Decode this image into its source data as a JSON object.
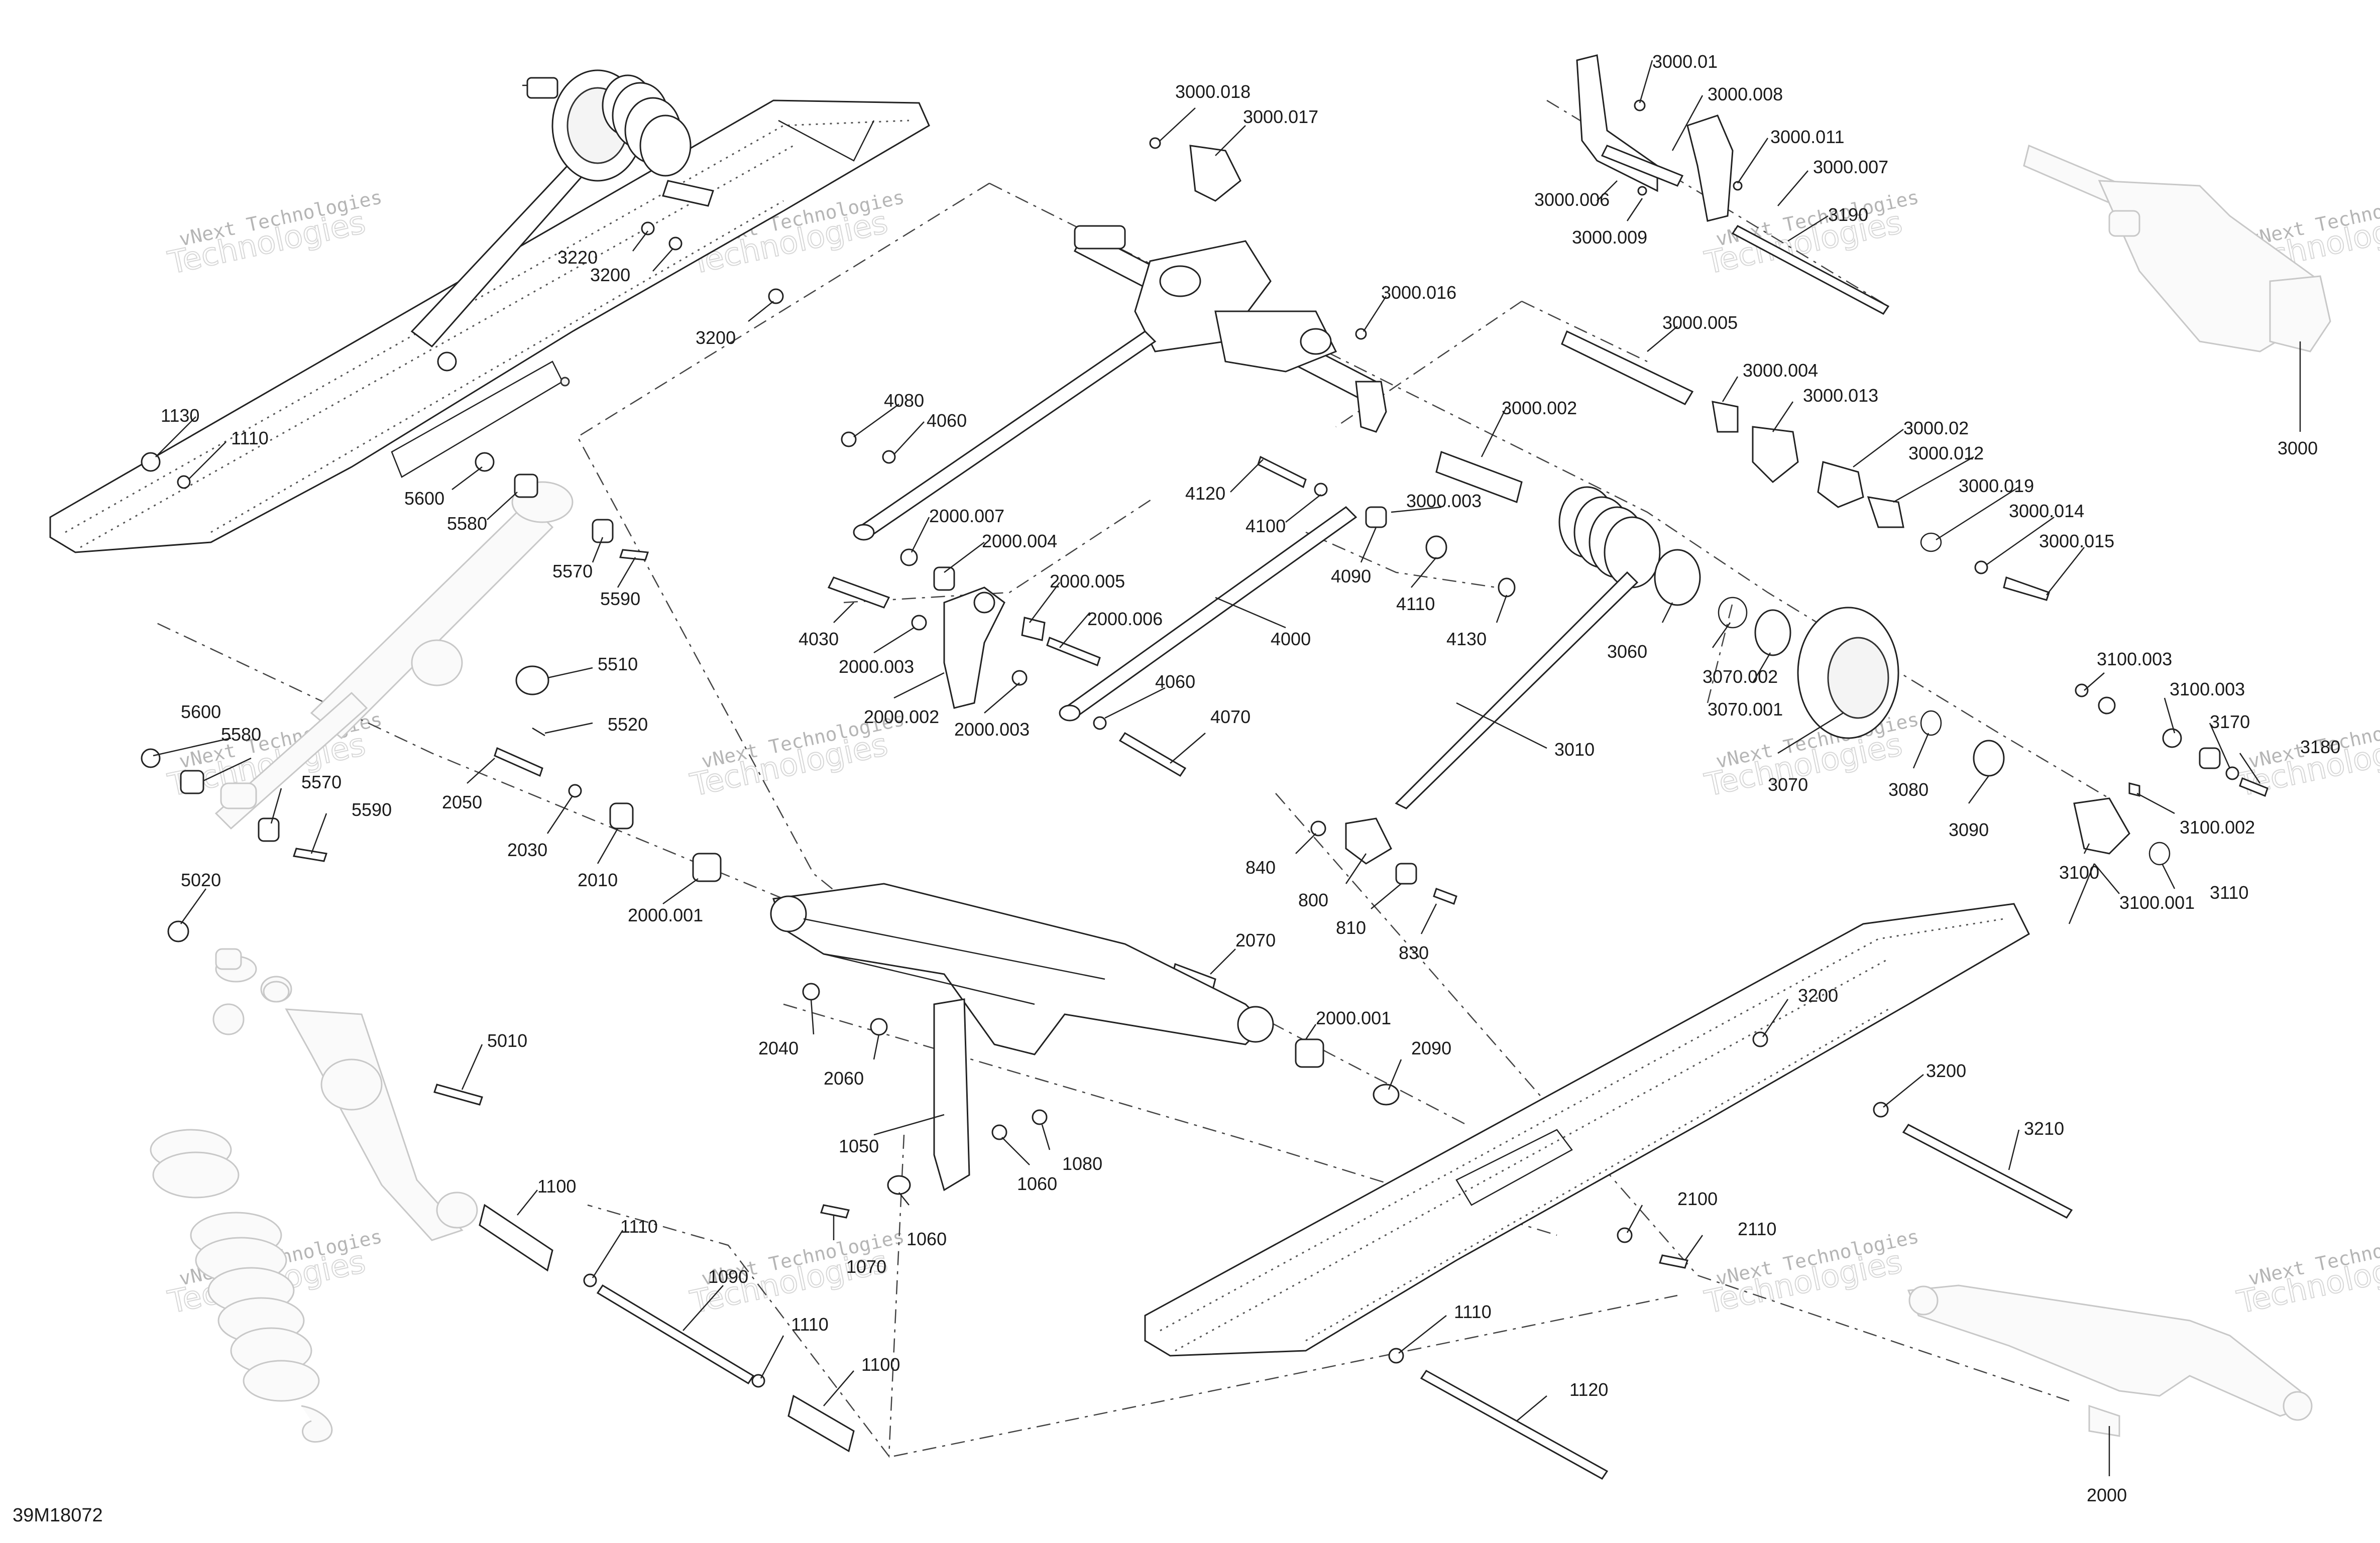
{
  "diagram": {
    "code": "39M18072",
    "watermark": {
      "line1": "vNext Technologies",
      "line2": "Technologies"
    },
    "callouts": [
      "3000.018",
      "3000.017",
      "3000.01",
      "3000.008",
      "3000.011",
      "3000.007",
      "3000.006",
      "3000.009",
      "3190",
      "3220",
      "3200",
      "3200",
      "3000.016",
      "3000",
      "1130",
      "1110",
      "3000.005",
      "3000.004",
      "3000.013",
      "4080",
      "4060",
      "3000.002",
      "3000.02",
      "3000.012",
      "5600",
      "5580",
      "4120",
      "3000.003",
      "3000.019",
      "2000.007",
      "2000.004",
      "4100",
      "3000.014",
      "3000.015",
      "5570",
      "5590",
      "4090",
      "2000.005",
      "2000.006",
      "4110",
      "4130",
      "4030",
      "4000",
      "3060",
      "3070.002",
      "2000.003",
      "5510",
      "3070.001",
      "2000.002",
      "2000.003",
      "4060",
      "5520",
      "3010",
      "3100.003",
      "3100.003",
      "4070",
      "5600",
      "5580",
      "5570",
      "3170",
      "3180",
      "3070",
      "3080",
      "2050",
      "5590",
      "3100.002",
      "840",
      "3090",
      "2030",
      "3100",
      "800",
      "3110",
      "2010",
      "810",
      "3100.001",
      "5020",
      "2000.001",
      "830",
      "2070",
      "3200",
      "5010",
      "2000.001",
      "2040",
      "2090",
      "2060",
      "3200",
      "1050",
      "3210",
      "1080",
      "1060",
      "1100",
      "1110",
      "1060",
      "2100",
      "2110",
      "1070",
      "1090",
      "1110",
      "1110",
      "1120",
      "1100",
      "2000"
    ]
  }
}
